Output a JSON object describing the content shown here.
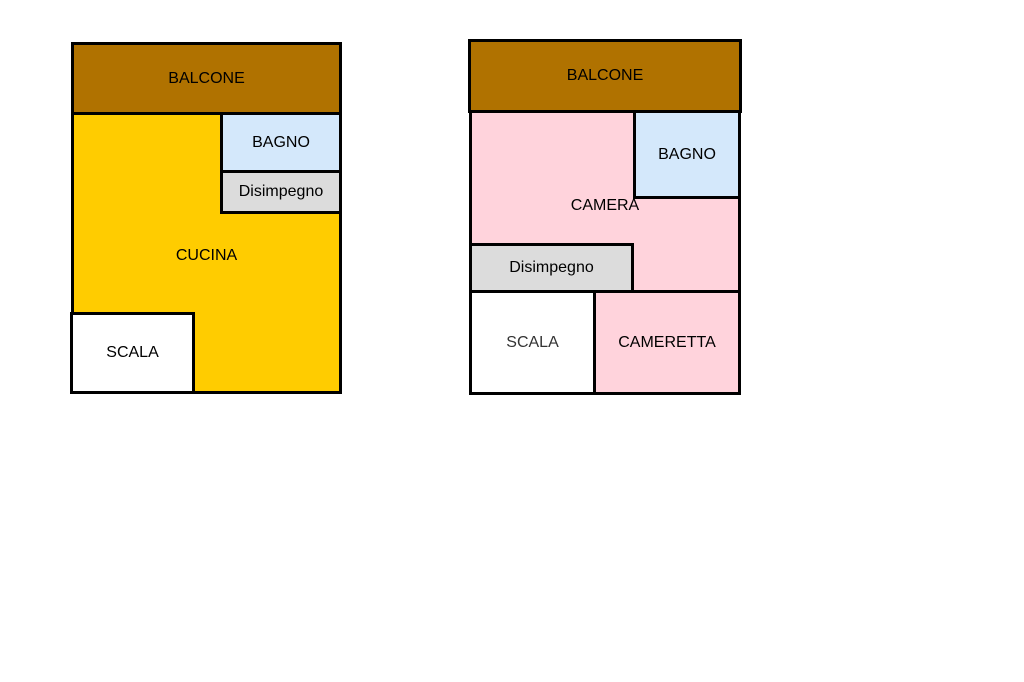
{
  "colors": {
    "balcone": "#b07200",
    "cucina": "#ffcc00",
    "bagno": "#d4e8fb",
    "disimpegno": "#dcdcdc",
    "scala": "#ffffff",
    "camera": "#ffd3dc",
    "cameretta": "#ffd3dc",
    "wall": "#000000"
  },
  "left_floor": {
    "balcone": "BALCONE",
    "bagno": "BAGNO",
    "disimpegno": "Disimpegno",
    "cucina": "CUCINA",
    "scala": "SCALA"
  },
  "right_floor": {
    "balcone": "BALCONE",
    "bagno": "BAGNO",
    "camera": "CAMERA",
    "disimpegno": "Disimpegno",
    "scala": "SCALA",
    "cameretta": "CAMERETTA"
  }
}
